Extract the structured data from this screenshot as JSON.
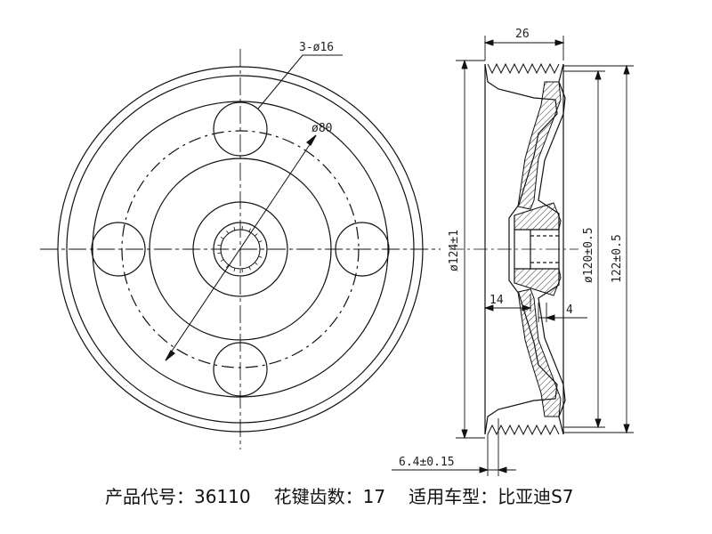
{
  "front_view": {
    "holes_label": "3-ø16",
    "pcd_label": "ø80"
  },
  "side_view": {
    "width_label": "26",
    "diameter_124": "ø124±1",
    "diameter_120": "ø120±0.5",
    "diameter_122": "122±0.5",
    "dim_14": "14",
    "dim_4": "4",
    "dim_offset": "6.4±0.15"
  },
  "caption": {
    "product_code": "产品代号：36110",
    "spline_teeth": "花键齿数：17",
    "vehicle": "适用车型：比亚迪S7"
  },
  "colors": {
    "line": "#111111",
    "hatch": "#333333",
    "background": "#ffffff"
  }
}
